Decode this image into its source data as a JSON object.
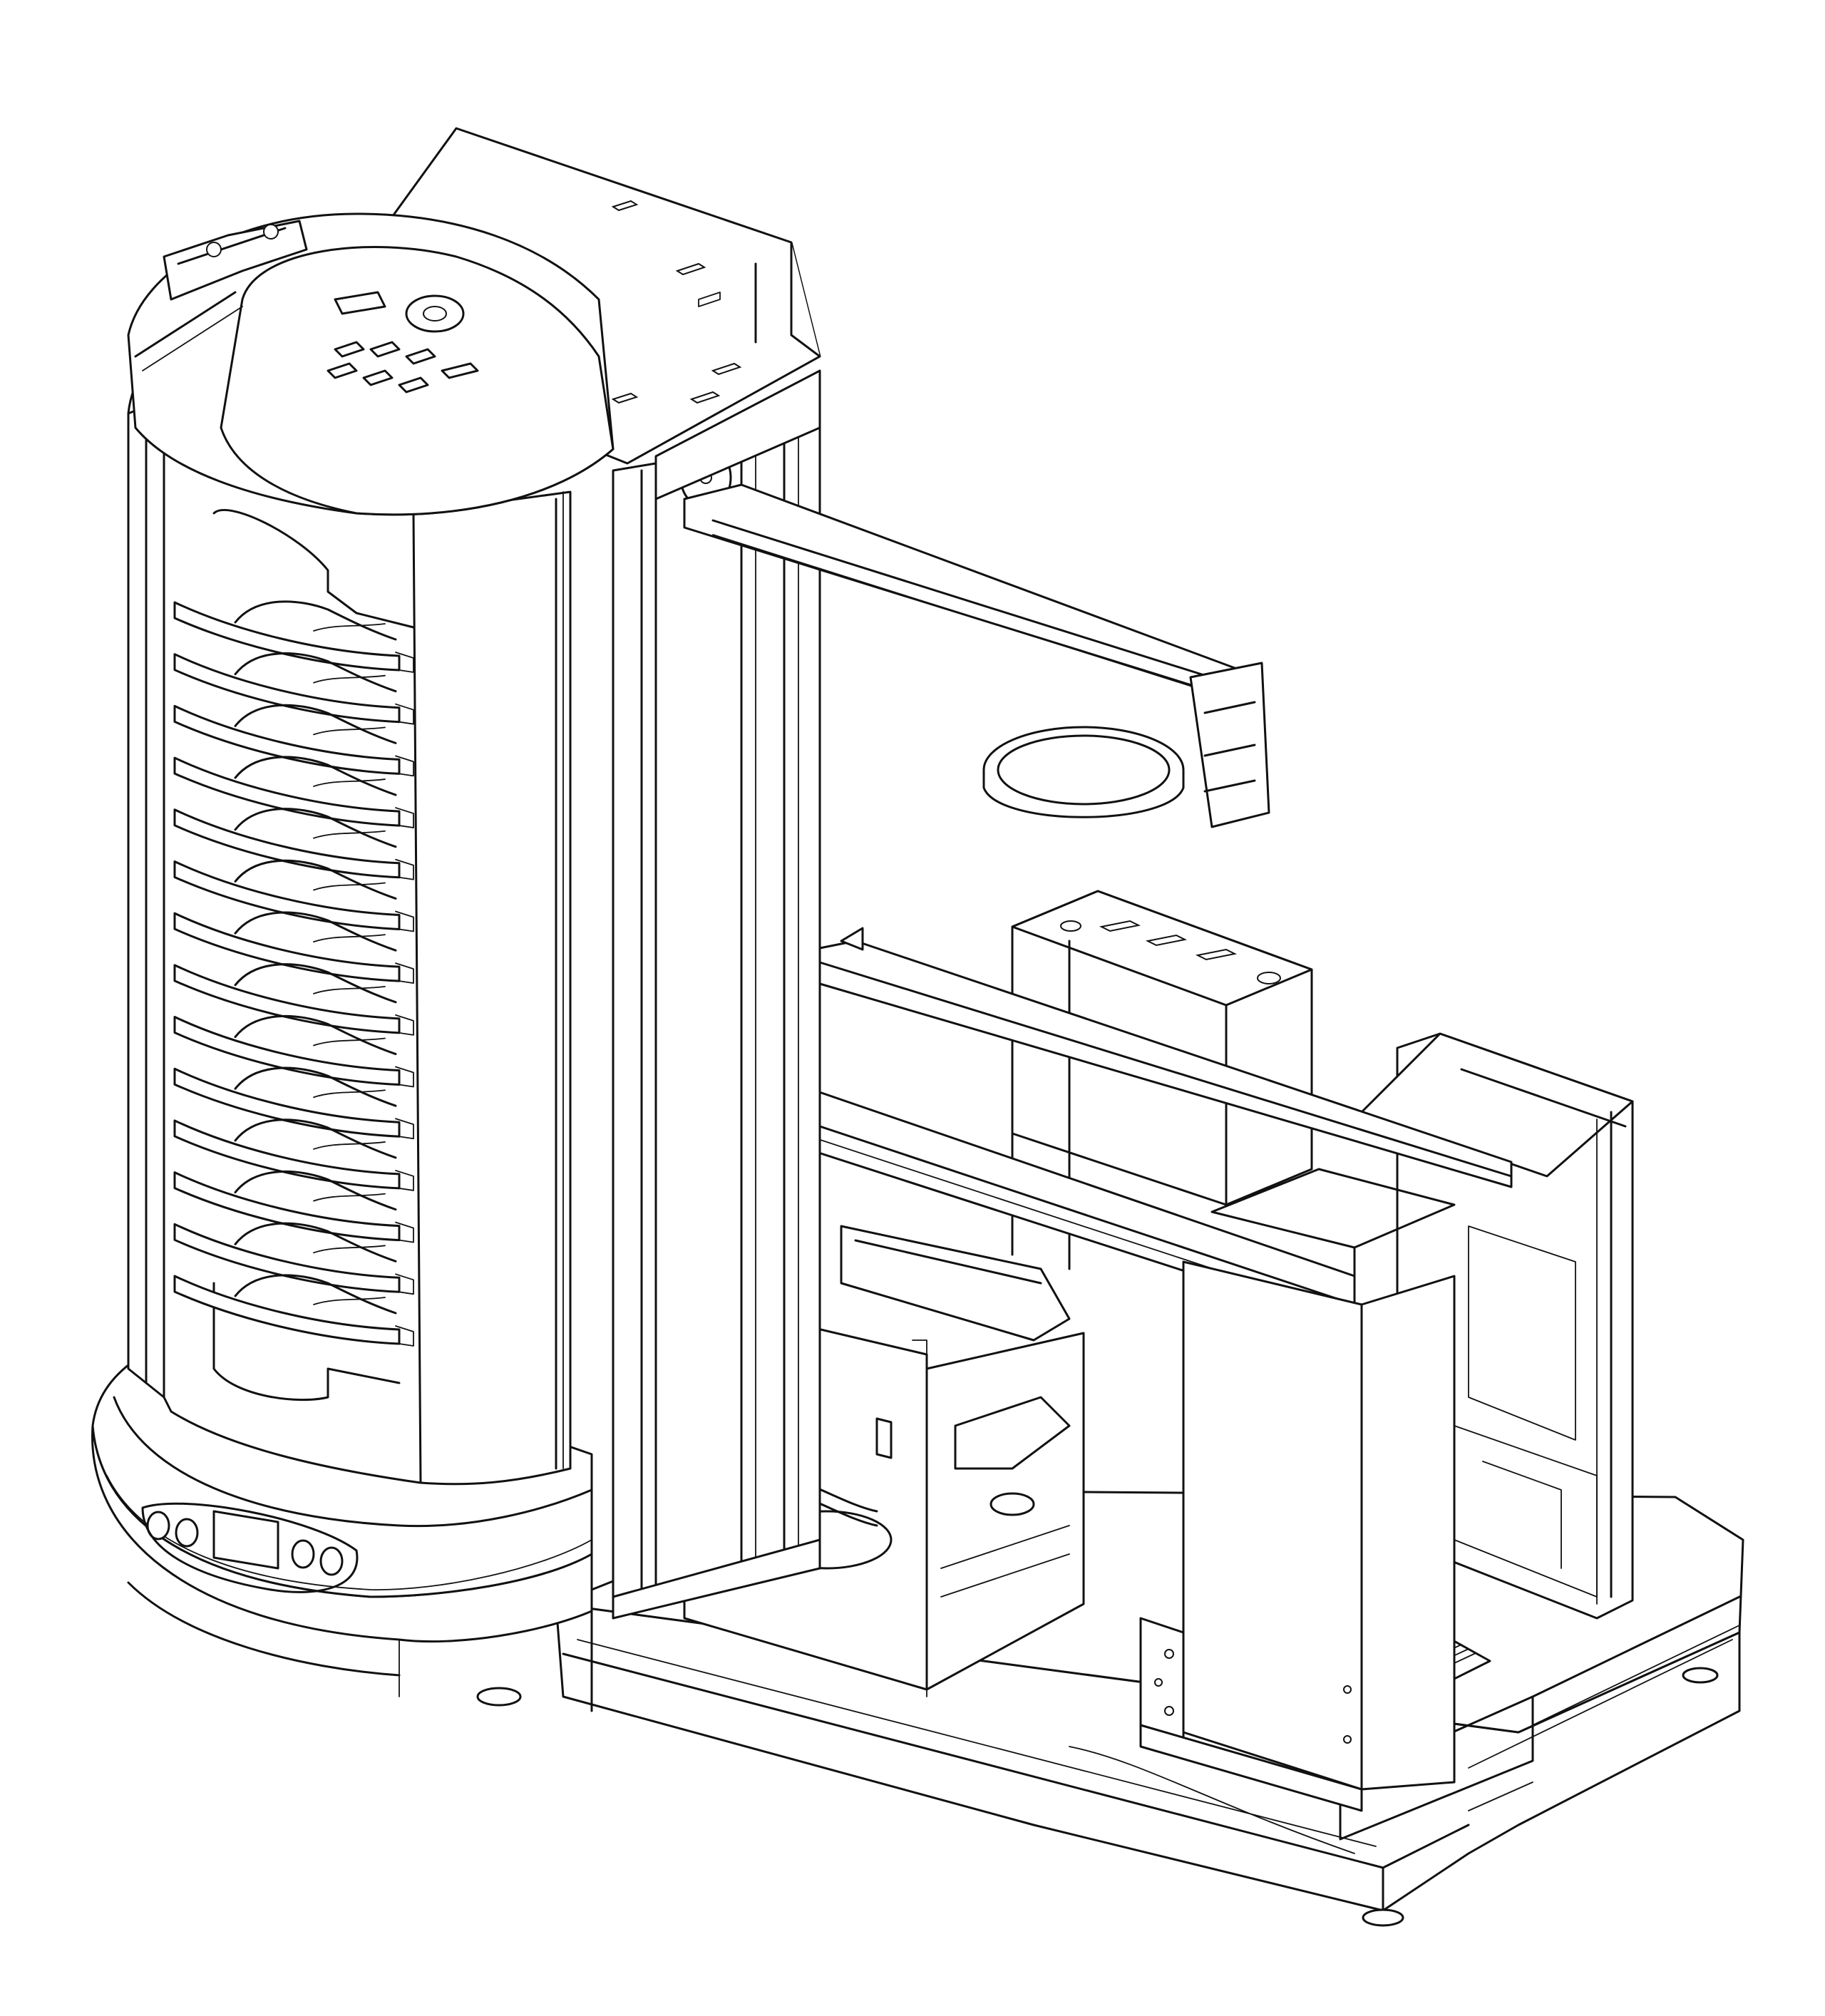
{
  "drawing": {
    "subject": "",
    "style": "isometric line drawing",
    "colors": {
      "line": "#111111",
      "background": "#ffffff"
    }
  },
  "carousel": {
    "tray_count": 14
  },
  "control_panel": {
    "left_buttons": 2,
    "right_buttons": 2,
    "display_count": 1
  }
}
